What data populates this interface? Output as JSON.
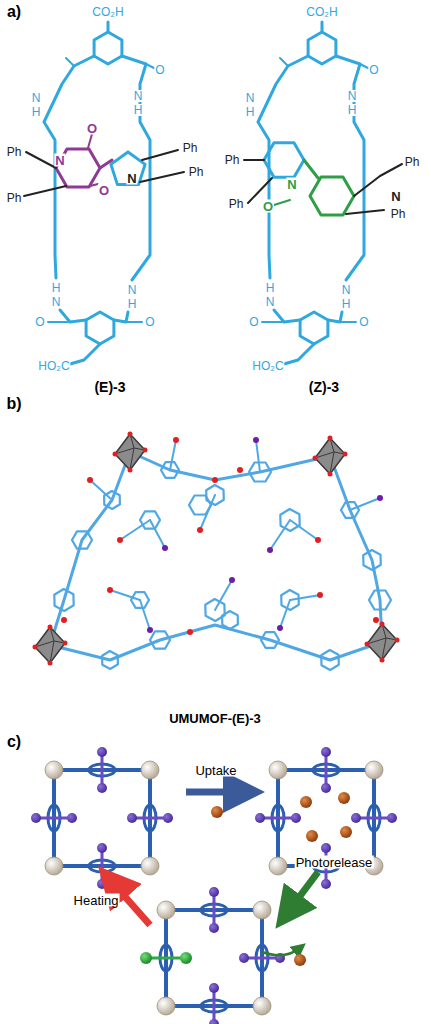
{
  "diagram": {
    "labels": [
      "a)",
      "CO₂H",
      "O",
      "N",
      "H",
      "N",
      "H",
      "O",
      "Ph",
      "N",
      "N",
      "Ph",
      "Ph",
      "O",
      "Ph",
      "H",
      "N",
      "N",
      "H",
      "O",
      "O",
      "HO₂C",
      "(E)-3",
      "CO₂H",
      "O",
      "N",
      "H",
      "N",
      "H",
      "Ph",
      "Ph",
      "N",
      "O",
      "N",
      "Ph",
      "Ph",
      "H",
      "N",
      "N",
      "H",
      "O",
      "O",
      "HO₂C",
      "(Z)-3",
      "b)",
      "UMUMOF-(E)-3",
      "c)",
      "Uptake",
      "Heating",
      "Photorelease"
    ]
  }
}
